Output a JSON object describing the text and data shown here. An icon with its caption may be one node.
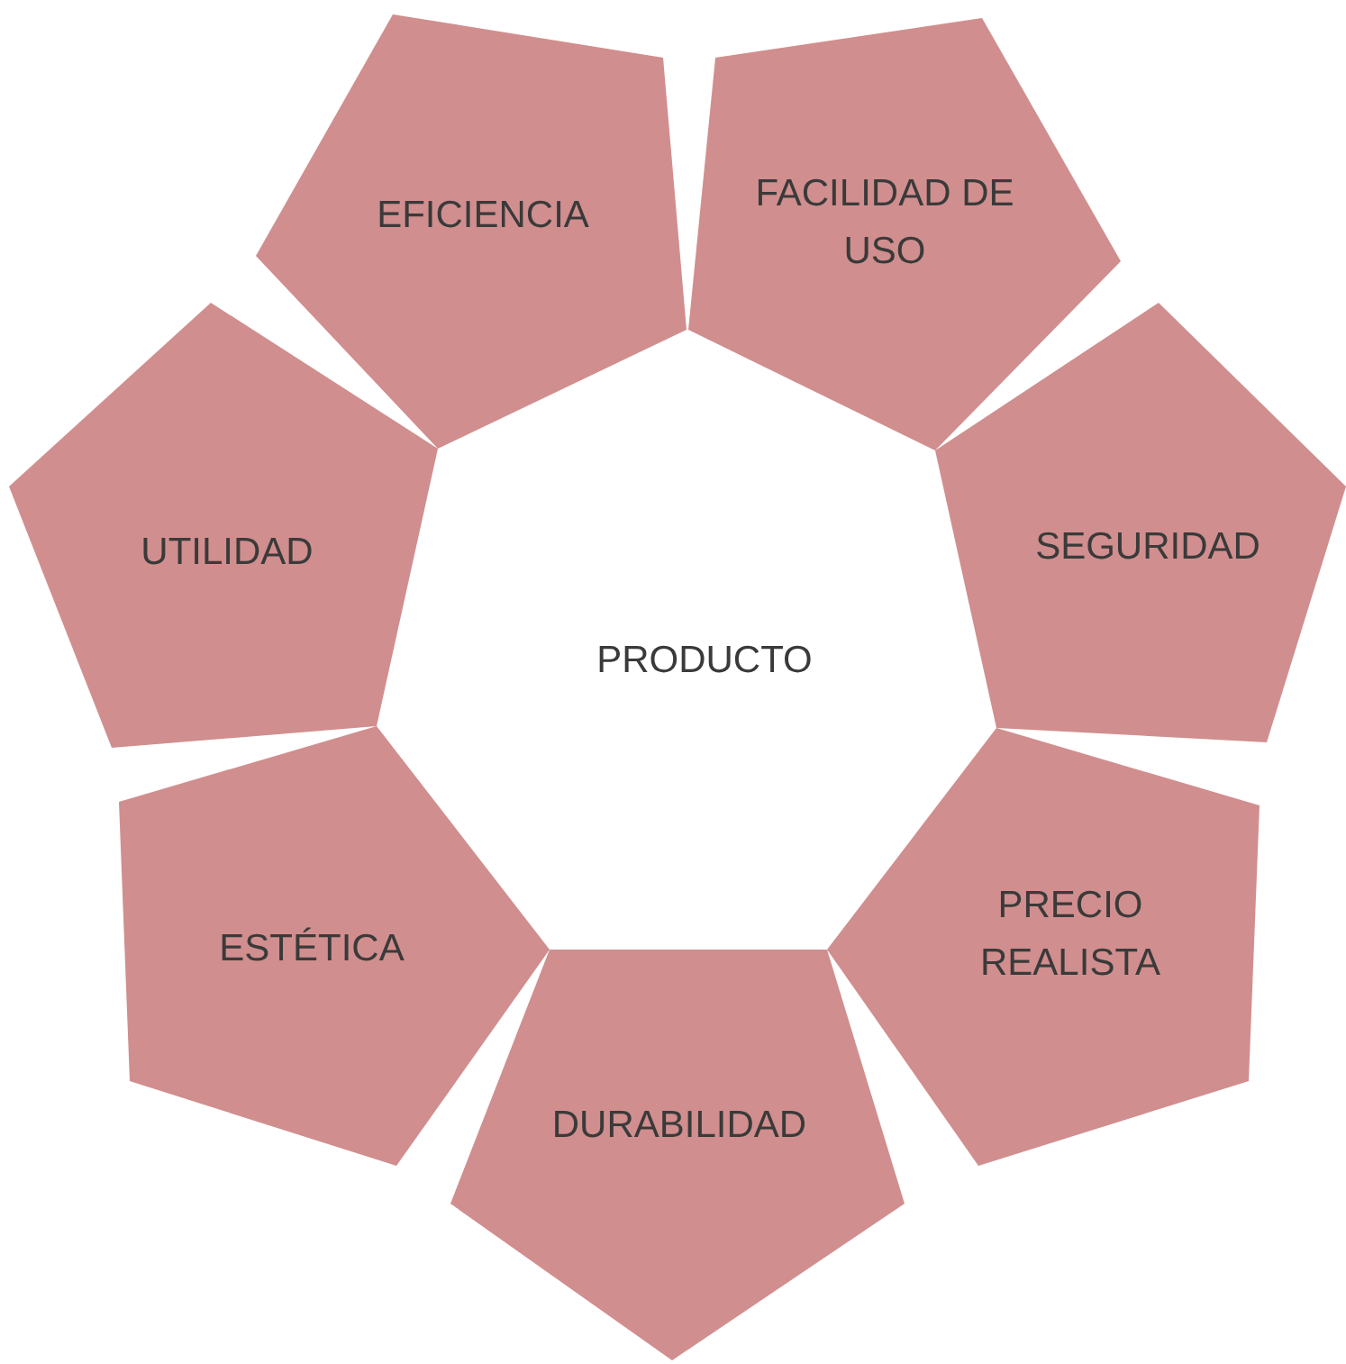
{
  "diagram": {
    "nodes": [
      {
        "text": [
          "PRODUCTO"
        ]
      },
      {
        "text": [
          "EFICIENCIA"
        ]
      },
      {
        "text": [
          "FACILIDAD DE USO"
        ]
      },
      {
        "text": [
          "SEGURIDAD"
        ]
      },
      {
        "text": [
          "PRECIO REALISTA"
        ]
      },
      {
        "text": [
          "DURABILIDAD"
        ]
      },
      {
        "text": [
          "ESTÉTICA"
        ]
      },
      {
        "text": [
          "UTILIDAD"
        ]
      }
    ],
    "edges": []
  }
}
